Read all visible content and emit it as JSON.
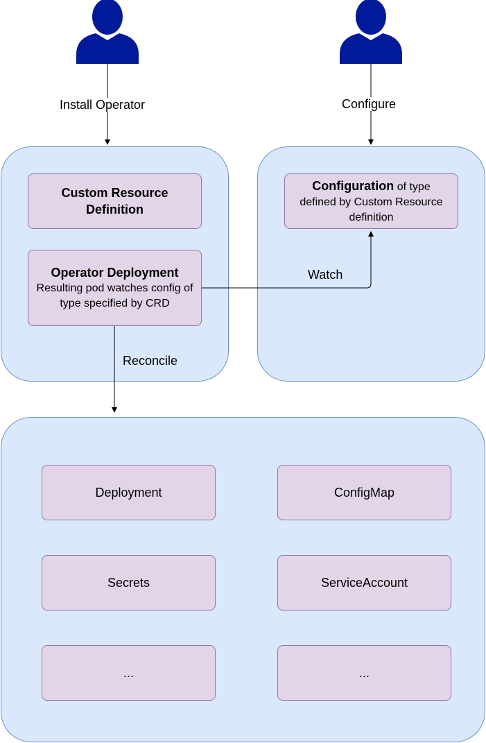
{
  "actors": {
    "left_label": "Install Operator",
    "right_label": "Configure"
  },
  "operator_cluster": {
    "crd_title": "Custom Resource Definition",
    "deployment_title": "Operator Deployment",
    "deployment_desc": "Resulting pod watches config of type specified by CRD"
  },
  "config_cluster": {
    "config_bold": "Configuration",
    "config_rest_1": " of type",
    "config_rest_2": "defined by Custom Resource definition"
  },
  "edges": {
    "watch": "Watch",
    "reconcile": "Reconcile"
  },
  "resources": {
    "items": [
      "Deployment",
      "ConfigMap",
      "Secrets",
      "ServiceAccount",
      "...",
      "..."
    ]
  },
  "colors": {
    "person": "#001a99",
    "cluster_fill": "#dae8fc",
    "cluster_stroke": "#6c8ebf",
    "box_fill": "#e1d5e7",
    "box_stroke": "#9673a6"
  }
}
